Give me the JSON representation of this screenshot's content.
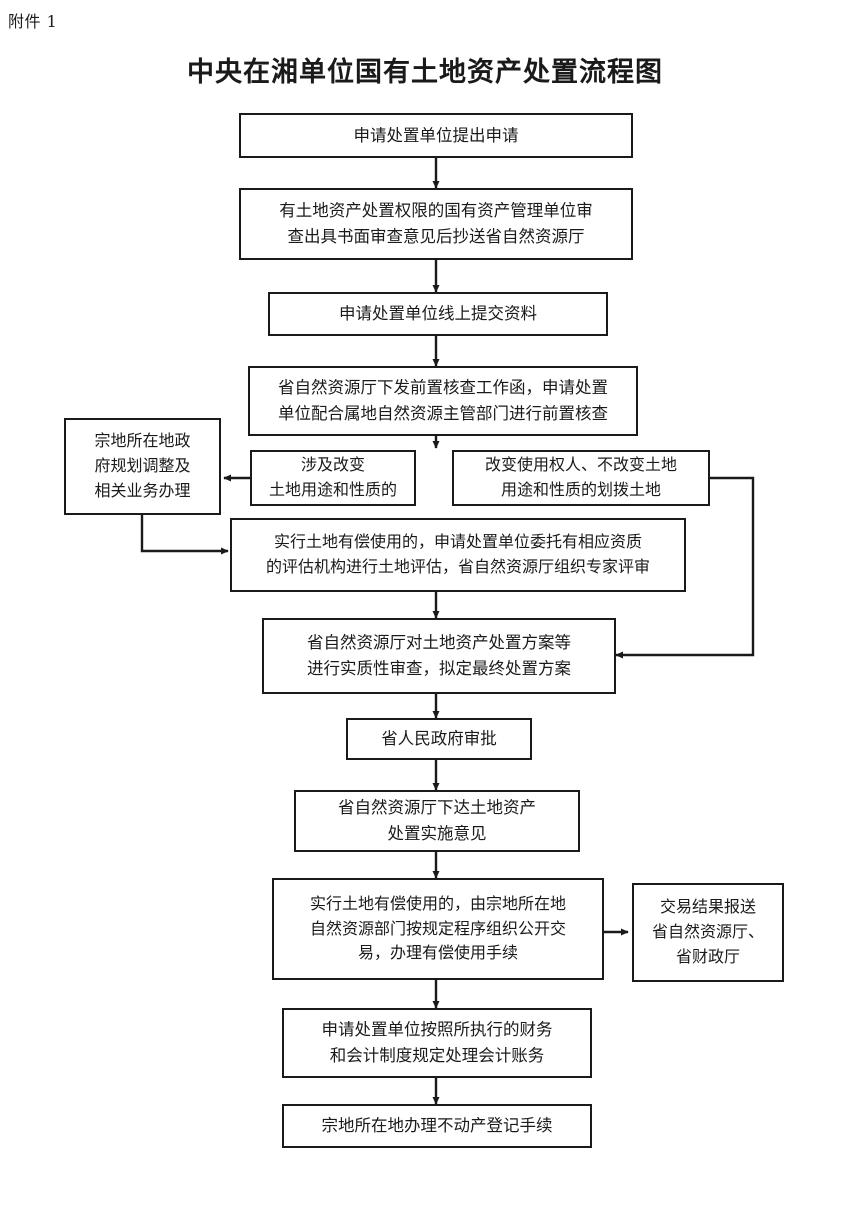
{
  "document": {
    "attachment_label": "附件 1",
    "title": "中央在湘单位国有土地资产处置流程图"
  },
  "colors": {
    "ink": "#1a1a1a",
    "page_background": "#ffffff",
    "node_background": "#ffffff",
    "node_border": "#1a1a1a"
  },
  "chart_data": {
    "type": "diagram",
    "title": "中央在湘单位国有土地资产处置流程图",
    "orientation": "top-to-bottom",
    "nodes": [
      {
        "id": "n1",
        "label": "申请处置单位提出申请"
      },
      {
        "id": "n2",
        "label": "有土地资产处置权限的国有资产管理单位审\n查出具书面审查意见后抄送省自然资源厅"
      },
      {
        "id": "n3",
        "label": "申请处置单位线上提交资料"
      },
      {
        "id": "n4",
        "label": "省自然资源厅下发前置核查工作函，申请处置\n单位配合属地自然资源主管部门进行前置核查"
      },
      {
        "id": "n5",
        "label": "宗地所在地政\n府规划调整及\n相关业务办理"
      },
      {
        "id": "n6",
        "label": "涉及改变\n土地用途和性质的"
      },
      {
        "id": "n7",
        "label": "改变使用权人、不改变土地\n用途和性质的划拨土地"
      },
      {
        "id": "n8",
        "label": "实行土地有偿使用的，申请处置单位委托有相应资质\n的评估机构进行土地评估，省自然资源厅组织专家评审"
      },
      {
        "id": "n9",
        "label": "省自然资源厅对土地资产处置方案等\n进行实质性审查，拟定最终处置方案"
      },
      {
        "id": "n10",
        "label": "省人民政府审批"
      },
      {
        "id": "n11",
        "label": "省自然资源厅下达土地资产\n处置实施意见"
      },
      {
        "id": "n12",
        "label": "实行土地有偿使用的，由宗地所在地\n自然资源部门按规定程序组织公开交\n易，办理有偿使用手续"
      },
      {
        "id": "n13",
        "label": "交易结果报送\n省自然资源厅、\n省财政厅"
      },
      {
        "id": "n14",
        "label": "申请处置单位按照所执行的财务\n和会计制度规定处理会计账务"
      },
      {
        "id": "n15",
        "label": "宗地所在地办理不动产登记手续"
      }
    ],
    "edges": [
      {
        "from": "n1",
        "to": "n2",
        "style": "arrow-down"
      },
      {
        "from": "n2",
        "to": "n3",
        "style": "arrow-down"
      },
      {
        "from": "n3",
        "to": "n4",
        "style": "arrow-down"
      },
      {
        "from": "n4",
        "to": "n7",
        "style": "arrow-down"
      },
      {
        "from": "n6",
        "to": "n5",
        "style": "arrow-left"
      },
      {
        "from": "n5",
        "to": "n8",
        "style": "elbow-down-right"
      },
      {
        "from": "n8",
        "to": "n9",
        "style": "arrow-down"
      },
      {
        "from": "n7",
        "to": "n9",
        "style": "elbow-right-down-left"
      },
      {
        "from": "n9",
        "to": "n10",
        "style": "arrow-down"
      },
      {
        "from": "n10",
        "to": "n11",
        "style": "arrow-down"
      },
      {
        "from": "n11",
        "to": "n12",
        "style": "arrow-down"
      },
      {
        "from": "n12",
        "to": "n13",
        "style": "arrow-right"
      },
      {
        "from": "n12",
        "to": "n14",
        "style": "arrow-down"
      },
      {
        "from": "n14",
        "to": "n15",
        "style": "arrow-down"
      }
    ]
  }
}
